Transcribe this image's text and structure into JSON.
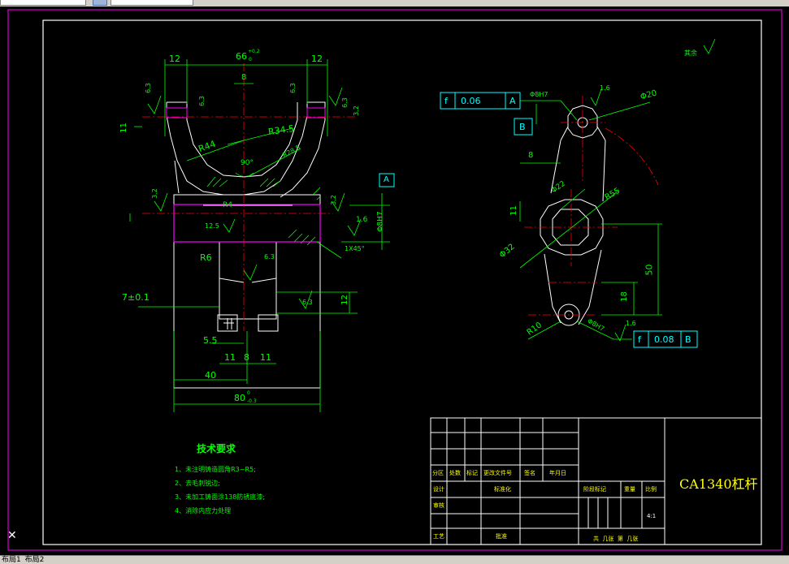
{
  "layout_tabs": [
    "布局1",
    "布局2"
  ],
  "left_view": {
    "dims": {
      "d12_left": "12",
      "d66": "66",
      "d66_tol_upper": "+0.2",
      "d66_tol_lower": "0",
      "d12_right": "12",
      "d8_top": "8",
      "r34_5": "R34.5",
      "r44": "R44",
      "d90": "90°",
      "r28_5": "R28.5",
      "d11_left": "11",
      "d6_3_a": "6.3",
      "d6_3_b": "6.3",
      "d3_2_a": "3.2",
      "d3_2_b": "3.2",
      "d6_3_c": "6.3",
      "d6_3_d": "6.3",
      "d3_2_c": "3.2",
      "r44b": "R4",
      "d12_5": "12.5",
      "phi8h7": "Φ8H7",
      "d1_6": "1.6",
      "chamfer": "1X45°",
      "r6": "R6",
      "d6_3_e": "6.3",
      "d7": "7±0.1",
      "d6_3_f": "6.3",
      "d12_right_low": "12",
      "d5_5": "5.5",
      "d11_a": "11",
      "d8_b": "8",
      "d11_b": "11",
      "d40": "40",
      "d80": "80",
      "d80_tol_upper": "0",
      "d80_tol_lower": "-0.3",
      "datum_a": "A"
    },
    "tech_title": "技术要求",
    "tech_items": [
      "1、未注明铸造圆角R3~R5;",
      "2、去毛刺锐边;",
      "3、未加工铸面涂138防锈底漆;",
      "4、消除内应力处理"
    ]
  },
  "right_view": {
    "roughness_note": "其余",
    "phi8h7": "Φ8H7",
    "rough_1_6_a": "1.6",
    "fcf1": {
      "symbol": "f",
      "value": "0.06",
      "datum": "A"
    },
    "datum_b": "B",
    "phi20": "Φ20",
    "d8": "8",
    "r55": "R55",
    "d11": "11",
    "phi22": "Φ22",
    "phi32": "Φ32",
    "d50": "50",
    "d18": "18",
    "r10": "R10",
    "phi8h7_b": "Φ8H7",
    "rough_1_6_b": "1.6",
    "fcf2": {
      "symbol": "f",
      "value": "0.08",
      "datum": "B"
    }
  },
  "title_block": {
    "headers": [
      "分区",
      "处数",
      "标记",
      "更改文件号",
      "签名",
      "年月日"
    ],
    "row_design": "设计",
    "row_standard": "标准化",
    "row_review": "审核",
    "row_process": "工艺",
    "row_approve": "批准",
    "stage_mark": "阶段标记",
    "weight": "重量",
    "scale": "比例",
    "scale_value": "4:1",
    "sheets": "共  几张  第  几张",
    "part_title": "CA1340杠杆"
  },
  "colors": {
    "background": "#000000",
    "geometry": "#ffffff",
    "dimension": "#00ff00",
    "centerline": "#ff0000",
    "highlight": "#ff00ff",
    "fcf": "#00ffff"
  }
}
